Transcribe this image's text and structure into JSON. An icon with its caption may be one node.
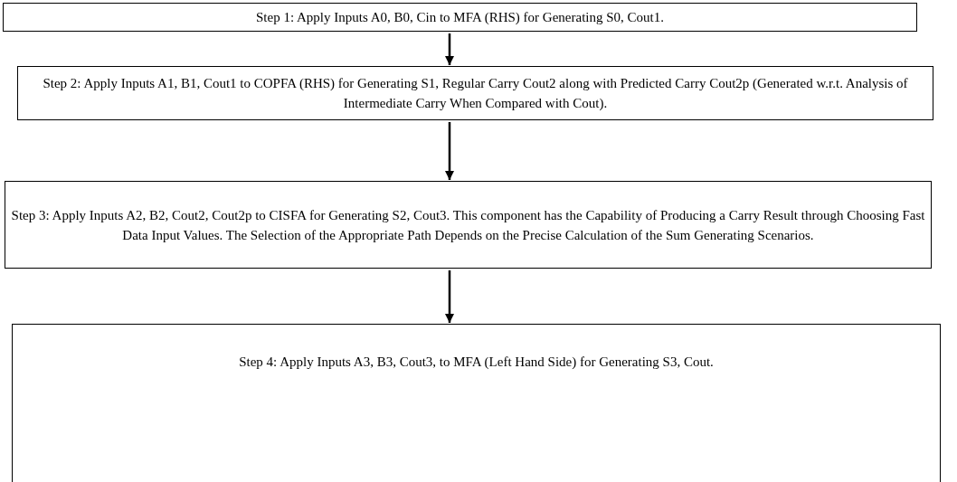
{
  "diagram": {
    "nodes": [
      {
        "text": [
          "Step 1: Apply Inputs A0, B0, Cin to MFA (RHS) for Generating S0, Cout1."
        ]
      },
      {
        "text": [
          "Step 2: Apply Inputs A1, B1, Cout1 to COPFA (RHS) for Generating S1, Regular Carry Cout2 along with Predicted Carry Cout2p (Generated w.r.t. Analysis of Intermediate Carry When Compared with Cout)."
        ]
      },
      {
        "text": [
          "Step 3: Apply Inputs A2, B2, Cout2, Cout2p to CISFA for Generating S2, Cout3. This component has the Capability of Producing a Carry Result through Choosing Fast Data Input Values. The Selection of the Appropriate Path Depends on the Precise Calculation of the Sum Generating Scenarios."
        ]
      },
      {
        "text": [
          "Step 4: Apply Inputs A3, B3, Cout3, to MFA (Left Hand Side) for Generating S3, Cout."
        ]
      }
    ],
    "edges": [
      {
        "from": 0,
        "to": 1,
        "arrow": "to"
      },
      {
        "from": 1,
        "to": 2,
        "arrow": "to"
      },
      {
        "from": 2,
        "to": 3,
        "arrow": "to"
      }
    ]
  }
}
